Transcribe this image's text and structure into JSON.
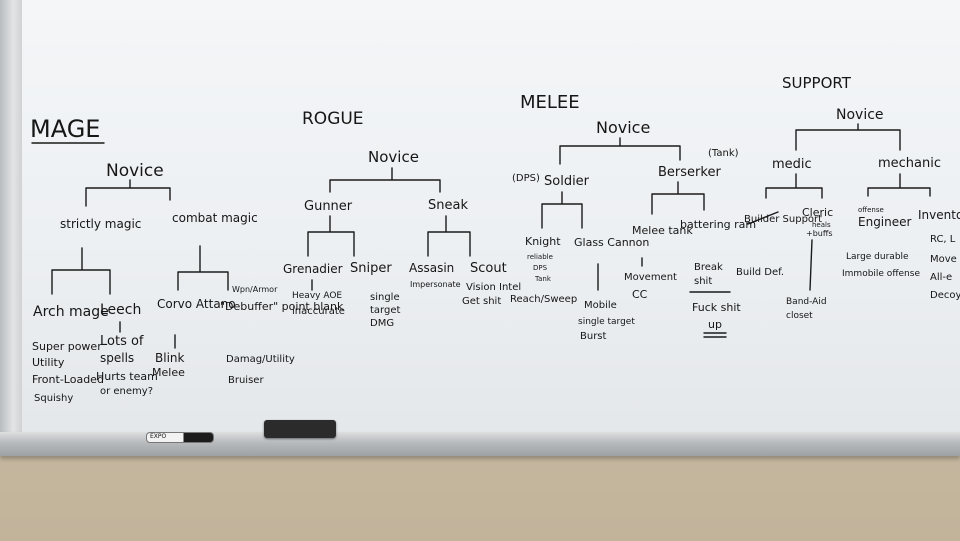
{
  "board": {
    "mage": {
      "title": "MAGE",
      "root": "Novice",
      "strictly": "strictly magic",
      "combat": "combat magic",
      "arch": "Arch mage",
      "arch_notes": [
        "Super power",
        "Utility",
        "Front-Loaded",
        "Squishy"
      ],
      "leech": "Leech",
      "leech_notes": [
        "Lots of",
        "spells",
        "Hurts team",
        "or enemy?"
      ],
      "corvo": "Corvo Attano",
      "corvo_notes": [
        "Blink",
        "Melee"
      ],
      "debuffer_tag": "Wpn/Armor",
      "debuffer": "\"Debuffer\" point blank",
      "debuffer_notes": [
        "Damag/Utility",
        "Bruiser"
      ]
    },
    "rogue": {
      "title": "ROGUE",
      "root": "Novice",
      "gunner": "Gunner",
      "sneak": "Sneak",
      "grenadier": "Grenadier",
      "grenadier_notes": [
        "Heavy AOE",
        "inaccurate"
      ],
      "sniper": "Sniper",
      "sniper_notes": [
        "single",
        "target",
        "DMG"
      ],
      "assasin": "Assasin",
      "assasin_notes": [
        "Impersonate"
      ],
      "scout": "Scout",
      "scout_notes": [
        "Vision Intel",
        "Get shit"
      ]
    },
    "melee": {
      "title": "MELEE",
      "root": "Novice",
      "soldier_tag": "(DPS)",
      "soldier": "Soldier",
      "berserker": "Berserker",
      "berserker_tag": "(Tank)",
      "knight": "Knight",
      "knight_notes": [
        "reliable",
        "DPS",
        "Tank"
      ],
      "knight_extra": "Reach/Sweep",
      "glass": "Glass Cannon",
      "glass_notes": [
        "Mobile",
        "single target",
        "Burst"
      ],
      "melee_tank": "Melee tank",
      "melee_tank_notes": [
        "Movement",
        "CC"
      ],
      "battering": "battering ram",
      "battering_notes": [
        "Break",
        "shit",
        "Fuck shit",
        "up"
      ]
    },
    "support": {
      "title": "SUPPORT",
      "root": "Novice",
      "medic": "medic",
      "mechanic": "mechanic",
      "builder": "Builder Support",
      "builder_notes": [
        "Build Def."
      ],
      "cleric": "Cleric",
      "cleric_notes": [
        "heals",
        "+buffs"
      ],
      "cleric_extra": [
        "Band-Aid",
        "closet"
      ],
      "engineer_tag": "offense",
      "engineer": "Engineer",
      "engineer_notes": [
        "Large durable",
        "Immobile offense"
      ],
      "inventor": "Inventor",
      "inventor_notes": [
        "RC, L",
        "Move",
        "All-e",
        "Decoy"
      ]
    }
  },
  "marker_label": "EXPO"
}
